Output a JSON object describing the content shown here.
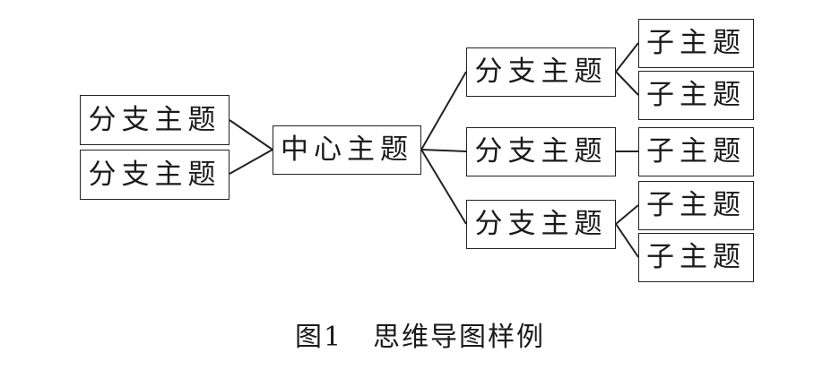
{
  "diagram": {
    "left_branches": [
      "分支主题",
      "分支主题"
    ],
    "center": "中心主题",
    "right_branches": [
      "分支主题",
      "分支主题",
      "分支主题"
    ],
    "subtopics": [
      "子主题",
      "子主题",
      "子主题",
      "子主题",
      "子主题"
    ]
  },
  "caption": {
    "figure_number": "图1",
    "title": "思维导图样例"
  }
}
